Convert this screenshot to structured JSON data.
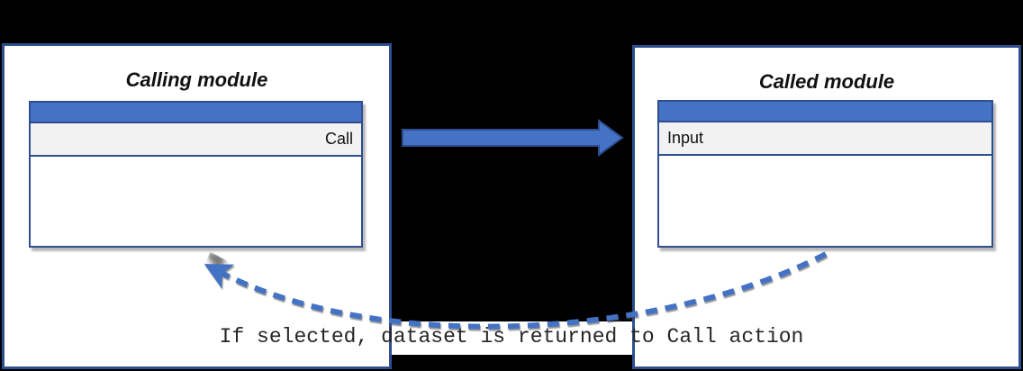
{
  "left_module": {
    "title": "Calling module",
    "action": "Call"
  },
  "right_module": {
    "title": "Called module",
    "action": "Input"
  },
  "caption": "If selected, dataset is returned to Call action",
  "colors": {
    "accent_blue": "#4472C4",
    "border_blue": "#2E4E8F",
    "row_gray": "#F2F2F2",
    "surface": "#FFFFFF",
    "background": "#000000",
    "caption_text": "#262626"
  }
}
